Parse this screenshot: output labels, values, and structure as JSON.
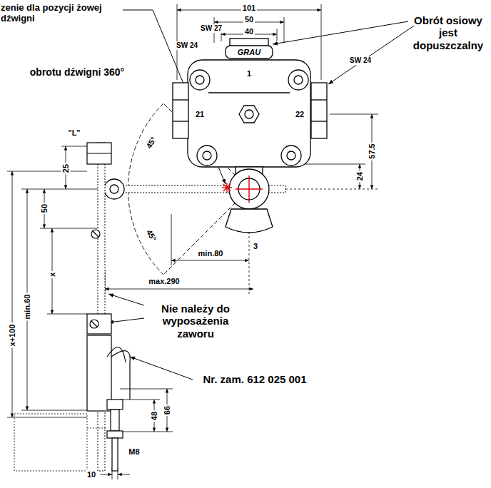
{
  "diagram": {
    "labels": [
      "zenie dla pozycji żowej dźwigni",
      "101",
      "50",
      "40",
      "Obrót osiowy jest dopuszczalny",
      "SW 27",
      "SW 24",
      "SW 24",
      "GRAU",
      "1",
      "obrotu dźwigni 360°",
      "21",
      "22",
      "57.5",
      "24",
      "\"L\"",
      "25",
      "50",
      "45°",
      "45°",
      "3",
      "min.80",
      "max.290",
      "x+100",
      "min.60",
      "x",
      "Nie należy do wyposażenia zaworu",
      "Nr. zam. 612 025 001",
      "66",
      "48",
      "M8",
      "10"
    ]
  }
}
